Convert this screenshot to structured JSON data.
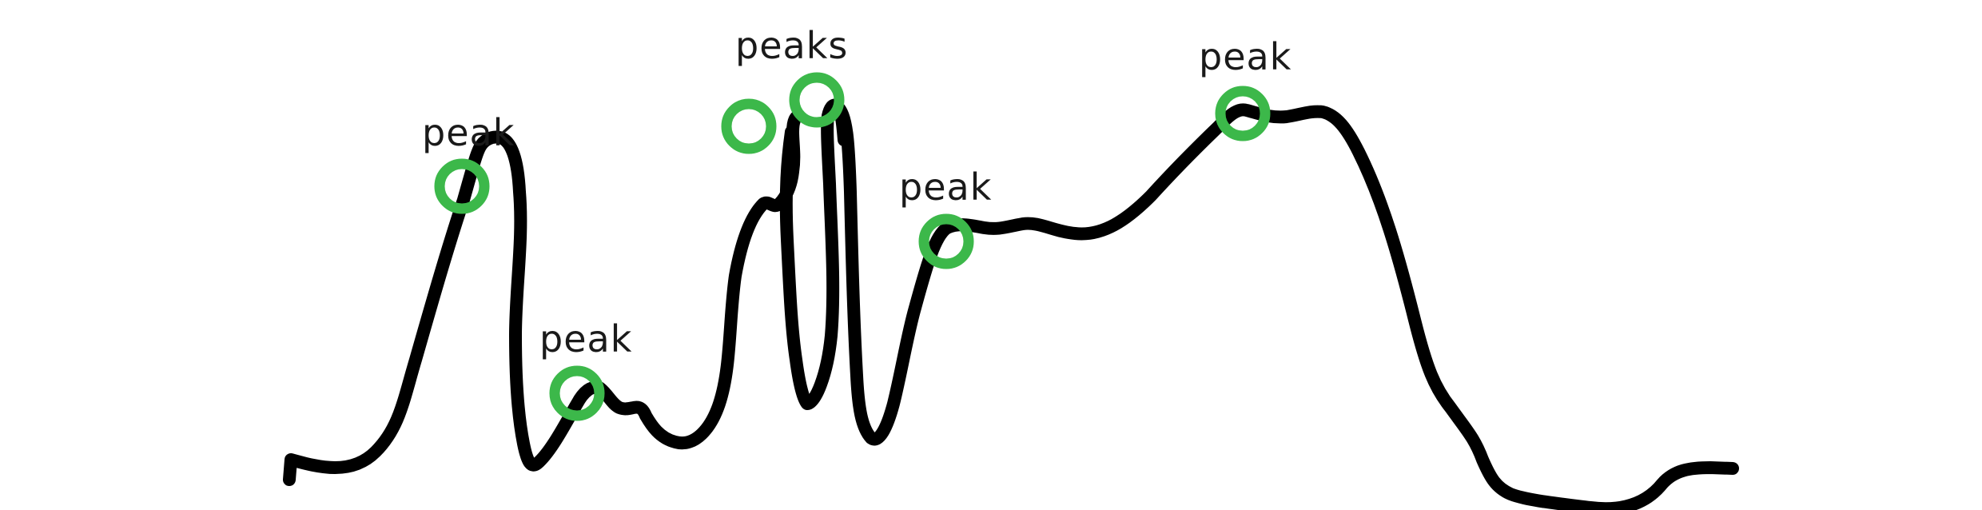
{
  "diagram": {
    "curve_color": "#000000",
    "marker_color": "#3cb84a",
    "peaks": [
      {
        "label": "peak"
      },
      {
        "label": "peak"
      },
      {
        "label": "peaks"
      },
      {
        "label": "peak"
      },
      {
        "label": "peak"
      }
    ]
  }
}
